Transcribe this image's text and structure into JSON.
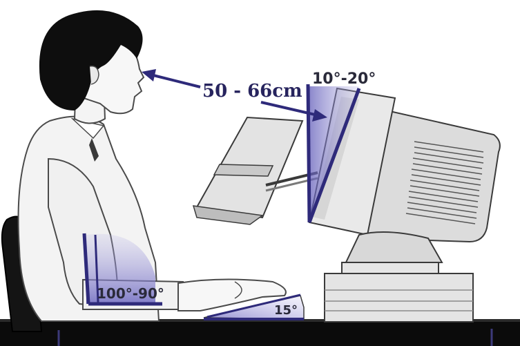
{
  "title": "",
  "colors": {
    "accent": "#2e2a7a",
    "shade": "#8a86cc",
    "skin": "#f2f2f2",
    "outline": "#3a3a3a",
    "desk": "#0b0b0b"
  },
  "labels": {
    "eye_distance": "50 - 66cm",
    "monitor_tilt": "10°-20°",
    "elbow_angle": "100°-90°",
    "keyboard_angle": "15°"
  }
}
